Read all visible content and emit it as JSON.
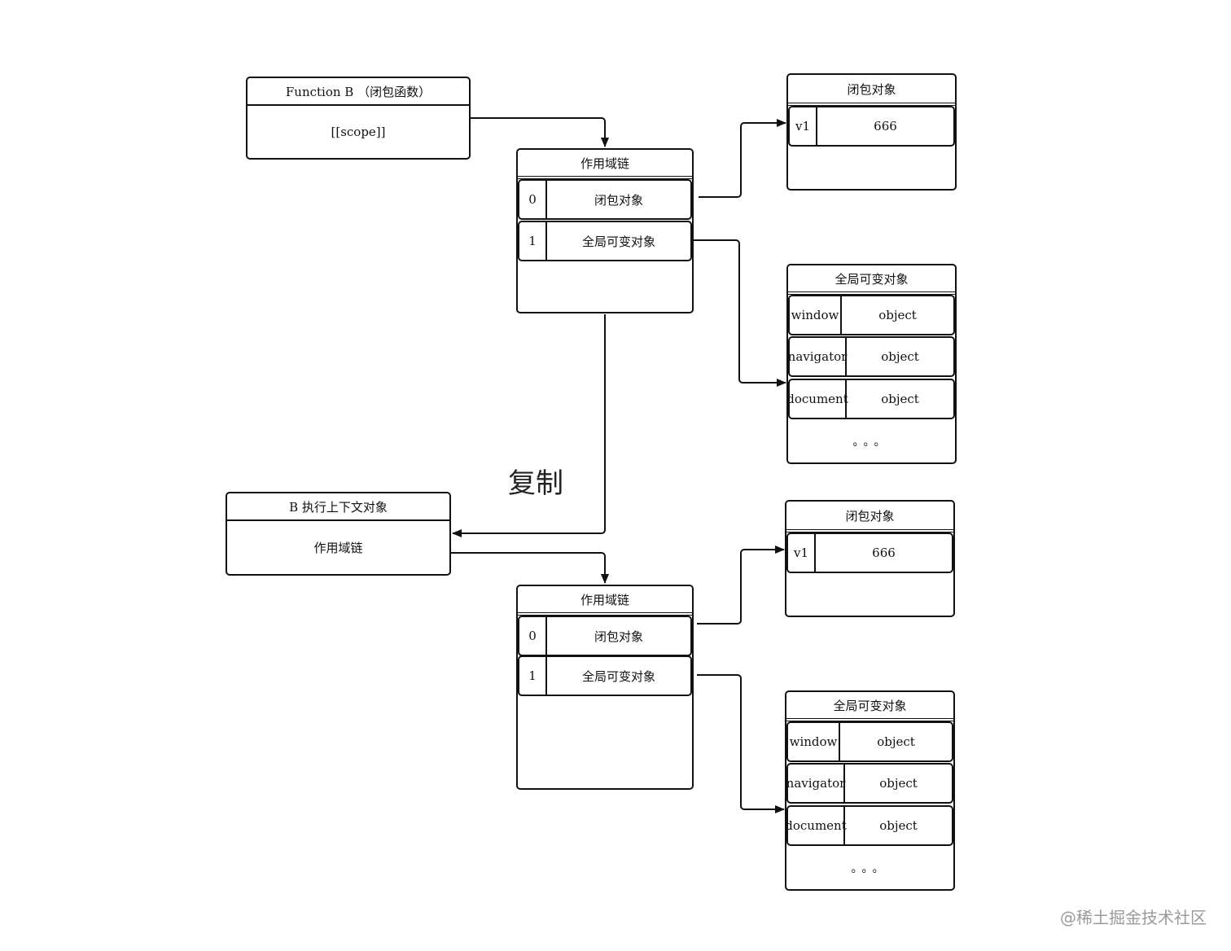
{
  "function_b": {
    "title": "Function B （闭包函数）",
    "body": "[[scope]]"
  },
  "scope_chain_1": {
    "title": "作用域链",
    "rows": [
      {
        "index": "0",
        "label": "闭包对象"
      },
      {
        "index": "1",
        "label": "全局可变对象"
      }
    ]
  },
  "closure_1": {
    "title": "闭包对象",
    "rows": [
      {
        "key": "v1",
        "value": "666"
      }
    ]
  },
  "global_1": {
    "title": "全局可变对象",
    "rows": [
      {
        "key": "window",
        "value": "object"
      },
      {
        "key": "navigator",
        "value": "object"
      },
      {
        "key": "document",
        "value": "object"
      }
    ],
    "ellipsis": "。。。"
  },
  "copy_label": "复制",
  "exec_context": {
    "title": "B 执行上下文对象",
    "body": "作用域链"
  },
  "scope_chain_2": {
    "title": "作用域链",
    "rows": [
      {
        "index": "0",
        "label": "闭包对象"
      },
      {
        "index": "1",
        "label": "全局可变对象"
      }
    ]
  },
  "closure_2": {
    "title": "闭包对象",
    "rows": [
      {
        "key": "v1",
        "value": "666"
      }
    ]
  },
  "global_2": {
    "title": "全局可变对象",
    "rows": [
      {
        "key": "window",
        "value": "object"
      },
      {
        "key": "navigator",
        "value": "object"
      },
      {
        "key": "document",
        "value": "object"
      }
    ],
    "ellipsis": "。。。"
  },
  "watermark": "@稀土掘金技术社区"
}
